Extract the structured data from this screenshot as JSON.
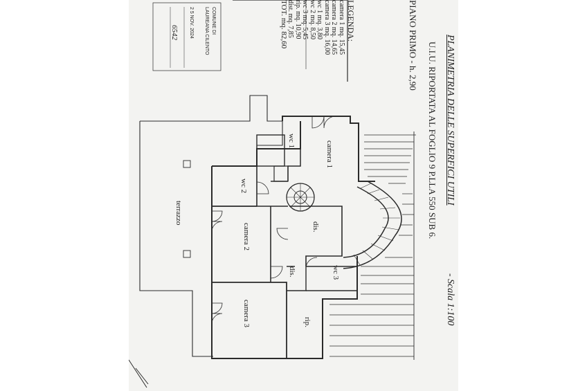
{
  "header": {
    "title": "PLANIMETRIA DELLE SUPERFICI UTILI",
    "scale": "- Scala 1:100",
    "subtitle": "U.I.U. RIPORTATA AL FOGLIO 9 P.LLA 550 SUB 6.",
    "floor": "PIANO PRIMO - h. 2,90"
  },
  "legend": {
    "title": "LEGENDA:",
    "rows": [
      "camera 1 mq. 15,45",
      "camera 2 mq. 14,65",
      "camera 3 mq. 16,00",
      "wc 1 mq. 3,80",
      "wc 2 mq. 8,50",
      "wc 3 mq. 5,45",
      "rip. mq. 10,90",
      "dist. mq. 7,85"
    ],
    "total": "TOT. mq. 82,60"
  },
  "stamp": {
    "line1": "COMUNE DI",
    "line2": "LAUREANA CILENTO",
    "date": "2 5 NOV. 2024",
    "number": "6542"
  },
  "rooms": {
    "camera1": "camera 1",
    "camera2": "camera 2",
    "camera3": "camera 3",
    "wc1": "wc 1",
    "wc2": "wc 2",
    "wc3": "wc 3",
    "dis_upper": "dis.",
    "dis_lower": "dis.",
    "rip": "rip.",
    "terrazzo": "terrazzo"
  },
  "colors": {
    "ink": "#2a2a2a",
    "paper": "#f3f3f1"
  }
}
